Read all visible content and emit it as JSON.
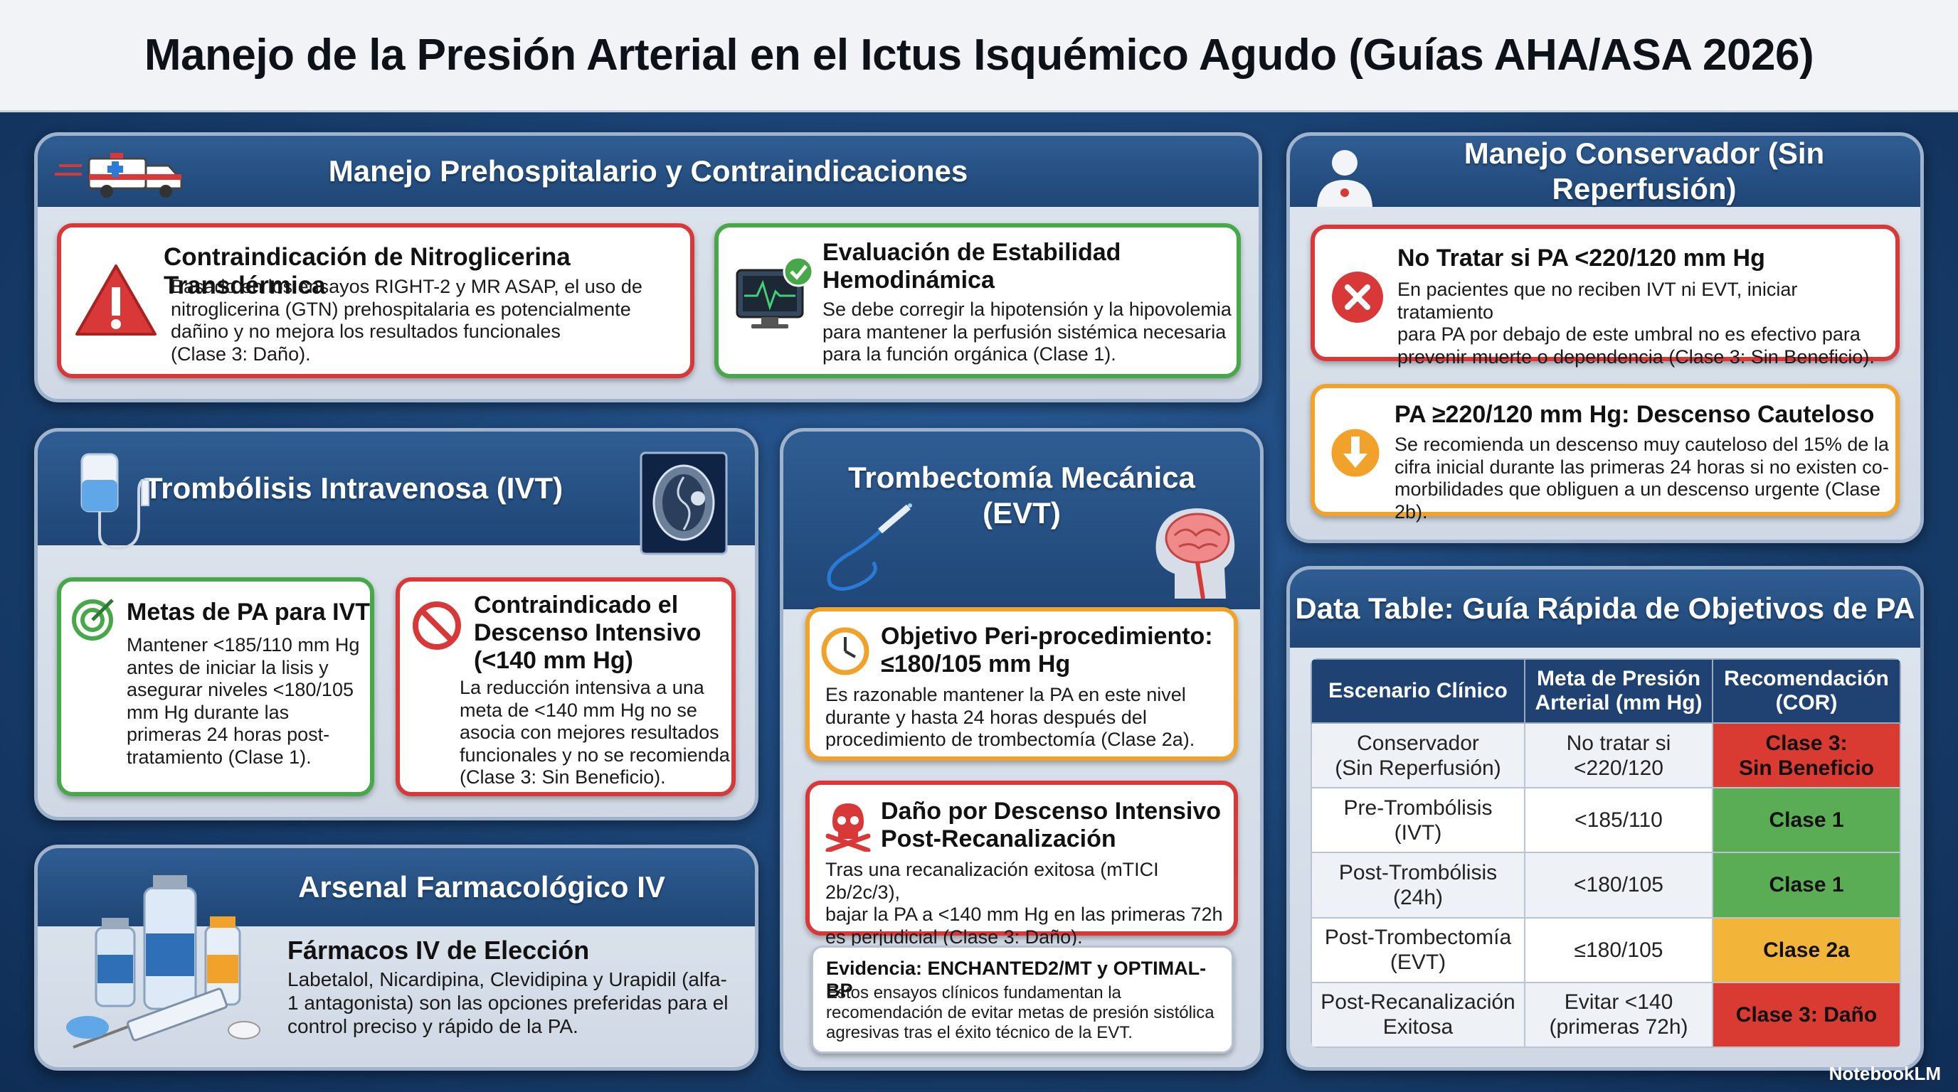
{
  "title": "Manejo de la Presión Arterial en el Ictus Isquémico Agudo (Guías AHA/ASA 2026)",
  "prehospital": {
    "title": "Manejo Prehospitalario y Contraindicaciones",
    "card1": {
      "title": "Contraindicación de Nitroglicerina Transdérmica",
      "lines": [
        "Basado en los ensayos RIGHT-2 y MR ASAP, el uso de",
        "nitroglicerina (GTN) prehospitalaria es potencialmente",
        "dañino y no mejora los resultados funcionales",
        "(Clase 3: Daño)."
      ]
    },
    "card2": {
      "title_lines": [
        "Evaluación de Estabilidad",
        "Hemodinámica"
      ],
      "lines": [
        "Se debe corregir la hipotensión y la hipovolemia",
        "para mantener la perfusión sistémica necesaria",
        "para la función orgánica (Clase 1)."
      ]
    }
  },
  "conservative": {
    "title": "Manejo Conservador (Sin Reperfusión)",
    "card1": {
      "title": "No Tratar si PA <220/120 mm Hg",
      "lines": [
        "En pacientes que no reciben IVT ni EVT, iniciar tratamiento",
        "para PA por debajo de este umbral no es efectivo para",
        "prevenir muerte o dependencia (Clase 3: Sin Beneficio)."
      ]
    },
    "card2": {
      "title": "PA ≥220/120 mm Hg: Descenso Cauteloso",
      "lines": [
        "Se recomienda un descenso muy cauteloso del 15% de la",
        "cifra inicial durante las primeras 24 horas si no existen co-",
        "morbilidades que obliguen a un descenso urgente (Clase 2b)."
      ]
    }
  },
  "ivt": {
    "title": "Trombólisis Intravenosa (IVT)",
    "card1": {
      "title": "Metas de PA para IVT",
      "lines": [
        "Mantener <185/110 mm Hg",
        "antes de iniciar la lisis y",
        "asegurar niveles <180/105",
        "mm Hg durante las",
        "primeras 24 horas post-",
        "tratamiento (Clase 1)."
      ]
    },
    "card2": {
      "title_lines": [
        "Contraindicado el",
        "Descenso Intensivo",
        "(<140 mm Hg)"
      ],
      "lines": [
        "La reducción intensiva a una",
        "meta de <140 mm Hg no se",
        "asocia con mejores resultados",
        "funcionales y no se recomienda",
        "(Clase 3: Sin Beneficio)."
      ]
    }
  },
  "evt": {
    "title_lines": [
      "Trombectomía Mecánica",
      "(EVT)"
    ],
    "card1": {
      "title_lines": [
        "Objetivo Peri-procedimiento:",
        "≤180/105 mm Hg"
      ],
      "lines": [
        "Es razonable mantener la PA en este nivel",
        "durante y hasta 24 horas después del",
        "procedimiento de trombectomía (Clase 2a)."
      ]
    },
    "card2": {
      "title_lines": [
        "Daño por Descenso Intensivo",
        "Post-Recanalización"
      ],
      "lines": [
        "Tras una recanalización exitosa (mTICI 2b/2c/3),",
        "bajar la PA a <140 mm Hg en las primeras 72h",
        "es perjudicial (Clase 3: Daño)."
      ]
    },
    "evidence": {
      "title": "Evidencia: ENCHANTED2/MT y OPTIMAL-BP",
      "lines": [
        "Estos ensayos clínicos fundamentan la",
        "recomendación de evitar metas de presión sistólica",
        "agresivas tras el éxito técnico de la EVT."
      ]
    }
  },
  "pharma": {
    "title": "Arsenal Farmacológico IV",
    "subtitle": "Fármacos IV de Elección",
    "lines": [
      "Labetalol, Nicardipina, Clevidipina y Urapidil (alfa-",
      "1 antagonista) son las opciones preferidas para el",
      "control preciso y rápido de la PA."
    ]
  },
  "table": {
    "title": "Data Table: Guía Rápida de Objetivos de PA",
    "headers": [
      "Escenario Clínico",
      "Meta de Presión\nArterial (mm Hg)",
      "Recomendación\n(COR)"
    ],
    "rows": [
      {
        "scenario": "Conservador\n(Sin Reperfusión)",
        "target": "No tratar si\n<220/120",
        "cor": "Clase 3:\nSin Beneficio",
        "color": "red"
      },
      {
        "scenario": "Pre-Trombólisis\n(IVT)",
        "target": "<185/110",
        "cor": "Clase 1",
        "color": "green"
      },
      {
        "scenario": "Post-Trombólisis\n(24h)",
        "target": "<180/105",
        "cor": "Clase 1",
        "color": "green"
      },
      {
        "scenario": "Post-Trombectomía\n(EVT)",
        "target": "≤180/105",
        "cor": "Clase 2a",
        "color": "amber"
      },
      {
        "scenario": "Post-Recanalización\nExitosa",
        "target": "Evitar <140\n(primeras 72h)",
        "cor": "Clase 3: Daño",
        "color": "red"
      }
    ]
  },
  "watermark": "NotebookLM",
  "colors": {
    "red": "#d93838",
    "green": "#47a84a",
    "orange": "#f0a22a",
    "navy": "#1f4676"
  }
}
